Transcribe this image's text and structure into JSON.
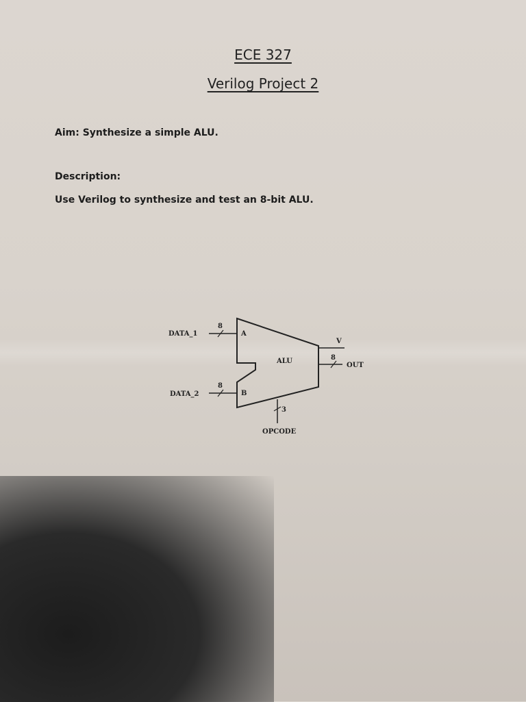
{
  "header": {
    "course": "ECE 327",
    "project": "Verilog Project 2"
  },
  "aim": "Aim: Synthesize a simple ALU.",
  "description": {
    "heading": "Description:",
    "text": "Use Verilog to synthesize and test an 8-bit ALU."
  },
  "diagram": {
    "block_label": "ALU",
    "inputs": [
      {
        "signal": "DATA_1",
        "port": "A",
        "width": "8"
      },
      {
        "signal": "DATA_2",
        "port": "B",
        "width": "8"
      }
    ],
    "opcode": {
      "signal": "OPCODE",
      "width": "3"
    },
    "output": {
      "signal": "OUT",
      "width": "8"
    },
    "overflow": {
      "signal": "V"
    }
  }
}
